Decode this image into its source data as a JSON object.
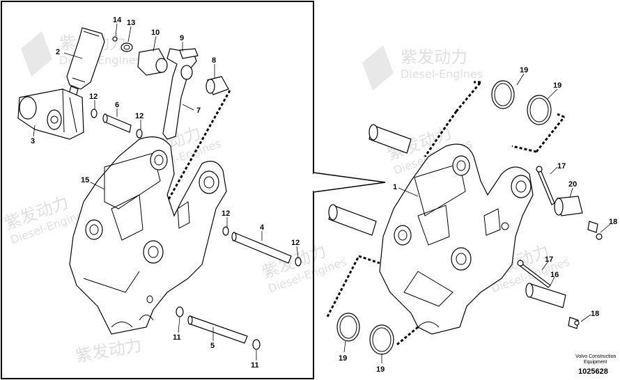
{
  "watermark": {
    "brand_cn": "紫发动力",
    "brand_en": "Diesel-Engines"
  },
  "footer": {
    "company_line1": "Volvo Construction",
    "company_line2": "Equipment",
    "drawing_number": "1025628"
  },
  "callouts": [
    {
      "id": "c14",
      "text": "14"
    },
    {
      "id": "c13",
      "text": "13"
    },
    {
      "id": "c10",
      "text": "10"
    },
    {
      "id": "c9",
      "text": "9"
    },
    {
      "id": "c2",
      "text": "2"
    },
    {
      "id": "c8",
      "text": "8"
    },
    {
      "id": "c12a",
      "text": "12"
    },
    {
      "id": "c6",
      "text": "6"
    },
    {
      "id": "c12b",
      "text": "12"
    },
    {
      "id": "c7",
      "text": "7"
    },
    {
      "id": "c3",
      "text": "3"
    },
    {
      "id": "c15",
      "text": "15"
    },
    {
      "id": "c12c",
      "text": "12"
    },
    {
      "id": "c4",
      "text": "4"
    },
    {
      "id": "c12d",
      "text": "12"
    },
    {
      "id": "c11a",
      "text": "11"
    },
    {
      "id": "c5",
      "text": "5"
    },
    {
      "id": "c11b",
      "text": "11"
    },
    {
      "id": "c19a",
      "text": "19"
    },
    {
      "id": "c19b",
      "text": "19"
    },
    {
      "id": "c17a",
      "text": "17"
    },
    {
      "id": "c20",
      "text": "20"
    },
    {
      "id": "c1",
      "text": "1"
    },
    {
      "id": "c18a",
      "text": "18"
    },
    {
      "id": "c17b",
      "text": "17"
    },
    {
      "id": "c16",
      "text": "16"
    },
    {
      "id": "c18b",
      "text": "18"
    },
    {
      "id": "c19c",
      "text": "19"
    },
    {
      "id": "c19d",
      "text": "19"
    }
  ]
}
